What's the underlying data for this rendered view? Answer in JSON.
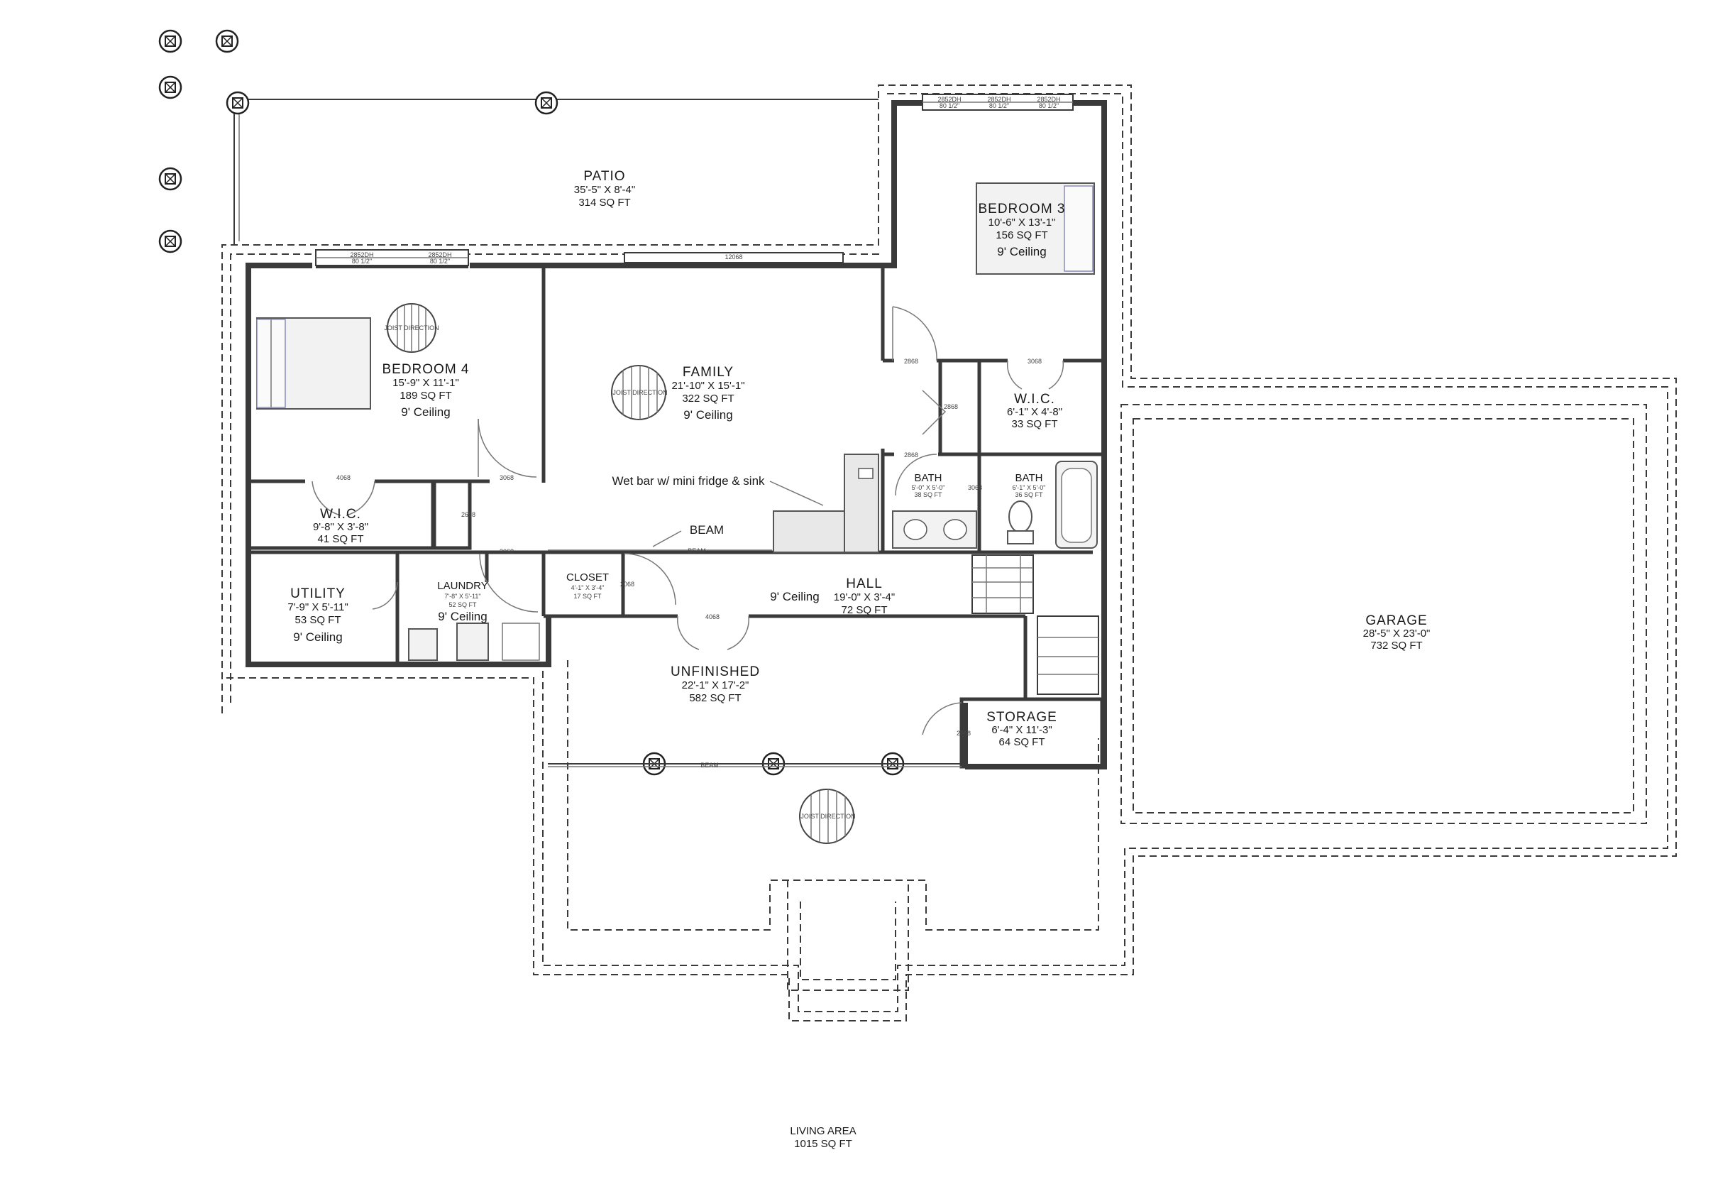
{
  "plan": {
    "rooms": {
      "patio": {
        "name": "PATIO",
        "dims": "35'-5\" X 8'-4\"",
        "area": "314 SQ FT"
      },
      "bedroom3": {
        "name": "BEDROOM 3",
        "dims": "10'-6\" X 13'-1\"",
        "area": "156 SQ FT",
        "ceiling": "9' Ceiling"
      },
      "bedroom4": {
        "name": "BEDROOM 4",
        "dims": "15'-9\" X 11'-1\"",
        "area": "189 SQ FT",
        "ceiling": "9' Ceiling"
      },
      "family": {
        "name": "FAMILY",
        "dims": "21'-10\" X 15'-1\"",
        "area": "322 SQ FT",
        "ceiling": "9' Ceiling"
      },
      "wic_right": {
        "name": "W.I.C.",
        "dims": "6'-1\" X 4'-8\"",
        "area": "33 SQ FT"
      },
      "wic_left": {
        "name": "W.I.C.",
        "dims": "9'-8\" X 3'-8\"",
        "area": "41 SQ FT"
      },
      "bath1": {
        "name": "BATH",
        "dims": "5'-0\" X 5'-0\"",
        "area": "38 SQ FT"
      },
      "bath2": {
        "name": "BATH",
        "dims": "6'-1\" X 5'-0\"",
        "area": "36 SQ FT"
      },
      "utility": {
        "name": "UTILITY",
        "dims": "7'-9\" X 5'-11\"",
        "area": "53 SQ FT",
        "ceiling": "9' Ceiling"
      },
      "laundry": {
        "name": "LAUNDRY",
        "dims": "7'-8\" X 5'-11\"",
        "area": "52 SQ FT",
        "ceiling": "9' Ceiling"
      },
      "closet": {
        "name": "CLOSET",
        "dims": "4'-1\" X 3'-4\"",
        "area": "17 SQ FT"
      },
      "hall": {
        "name": "HALL",
        "dims": "19'-0\" X 3'-4\"",
        "area": "72 SQ FT",
        "ceiling": "9' Ceiling"
      },
      "unfinished": {
        "name": "UNFINISHED",
        "dims": "22'-1\" X 17'-2\"",
        "area": "582 SQ FT"
      },
      "storage": {
        "name": "STORAGE",
        "dims": "6'-4\" X 11'-3\"",
        "area": "64 SQ FT"
      },
      "garage": {
        "name": "GARAGE",
        "dims": "28'-5\" X 23'-0\"",
        "area": "732 SQ FT"
      }
    },
    "notes": {
      "wet_bar": "Wet bar w/ mini fridge & sink",
      "beam_main": "BEAM",
      "beam_small": "BEAM",
      "beam_lower": "BEAM",
      "joist": "JOIST DIRECTION"
    },
    "doors": {
      "d3068a": "3068",
      "d3068b": "3068",
      "d3068c": "3068",
      "d2868a": "2868",
      "d2868b": "2868",
      "d4068a": "4068",
      "d4068b": "4068",
      "d2668": "2668",
      "d2868v": "2868",
      "d2068": "2068",
      "d3068v": "3068",
      "d12068": "12068",
      "dsmall": "2668"
    },
    "windows": {
      "w1": "2852DH",
      "w1b": "80 1/2\"",
      "w2": "2852DH",
      "w2b": "80 1/2\"",
      "w3": "2852DH",
      "w3b": "80 1/2\"",
      "w4": "2852DH",
      "w4b": "80 1/2\"",
      "w5": "2852DH",
      "w5b": "80 1/2\""
    },
    "totals": {
      "label": "LIVING AREA",
      "area": "1015 SQ FT"
    }
  }
}
